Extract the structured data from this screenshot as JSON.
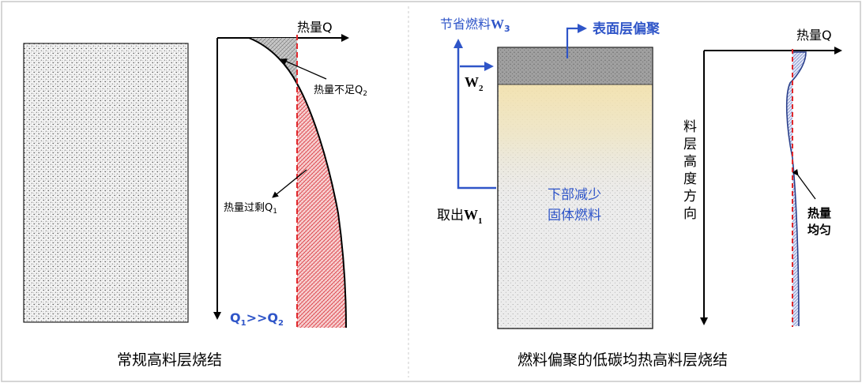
{
  "left_panel": {
    "axis_label": "热量Q",
    "deficit_label": "热量不足Q",
    "deficit_sub": "2",
    "surplus_label": "热量过剩Q",
    "surplus_sub": "1",
    "relation_q1": "Q",
    "relation_q1_sub": "1",
    "relation_op": ">>Q",
    "relation_q2_sub": "2",
    "caption": "常规高料层烧结"
  },
  "right_panel": {
    "fuel_saving": "节省燃料",
    "w3": "W",
    "w3_sub": "3",
    "surface_label": "表面层偏聚",
    "w2": "W",
    "w2_sub": "2",
    "take_out": "取出",
    "w1": "W",
    "w1_sub": "1",
    "bottom_label_line1": "下部减少",
    "bottom_label_line2": "固体燃料",
    "axis_label": "热量Q",
    "height_axis_chars": [
      "料",
      "层",
      "高",
      "度",
      "方",
      "向"
    ],
    "uniform_line1": "热量",
    "uniform_line2": "均匀",
    "caption": "燃料偏聚的低碳均热高料层烧结"
  },
  "colors": {
    "blue": "#2f55c8",
    "dark_blue": "#1f3fb0",
    "red_dashed": "#e0282c",
    "red_hatch": "#d9363e",
    "gray_band": "#9a9a9a",
    "yellow_band": "#f3e7b5",
    "border": "#c8c8c8"
  }
}
